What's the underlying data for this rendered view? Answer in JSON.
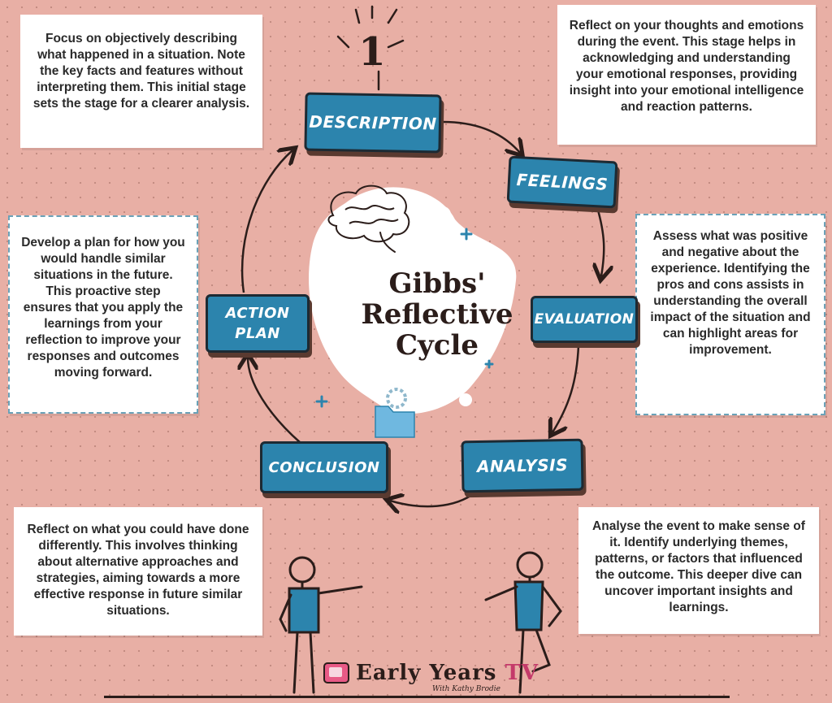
{
  "stage_number": "1",
  "title_lines": [
    "Gibbs'",
    "Reflective",
    "Cycle"
  ],
  "stages": {
    "description": {
      "label": "DESCRIPTION"
    },
    "feelings": {
      "label": "FEELINGS"
    },
    "evaluation": {
      "label": "EVALUATION"
    },
    "analysis": {
      "label": "ANALYSIS"
    },
    "conclusion": {
      "label": "CONCLUSION"
    },
    "action_plan": {
      "label_line1": "ACTION",
      "label_line2": "PLAN"
    }
  },
  "boxes": {
    "description": "Focus on objectively describing what happened in a situation. Note the key facts and features without interpreting them. This initial stage sets the stage for a clearer analysis.",
    "feelings": "Reflect on your thoughts and emotions during the event. This stage helps in acknowledging and understanding your emotional responses, providing insight into your emotional intelligence and reaction patterns.",
    "evaluation": "Assess what was positive and negative about the experience. Identifying the pros and cons assists in understanding the overall impact of the situation and can highlight areas for improvement.",
    "action_plan": "Develop a plan for how you would handle similar situations in the future. This proactive step ensures that you apply the learnings from your reflection to improve your responses and outcomes moving forward.",
    "conclusion": "Reflect on what you could have done differently. This involves thinking about alternative approaches and strategies, aiming towards a more effective response in future similar situations.",
    "analysis": "Analyse the event to make sense of it. Identify underlying themes, patterns, or factors that influenced the outcome. This deeper dive can uncover important insights and learnings."
  },
  "logo": {
    "main": "Early Years",
    "tv": "TV",
    "sub": "With Kathy Brodie"
  },
  "colors": {
    "background": "#e8afa5",
    "stage_fill": "#2c84ad",
    "stage_border": "#1d2a33",
    "box_border": "#6aa2b8",
    "figure_shirt": "#2c84ad"
  },
  "icons": [
    "brain-icon",
    "folder-gear-icon",
    "sparkle-icon",
    "plus-icon"
  ]
}
